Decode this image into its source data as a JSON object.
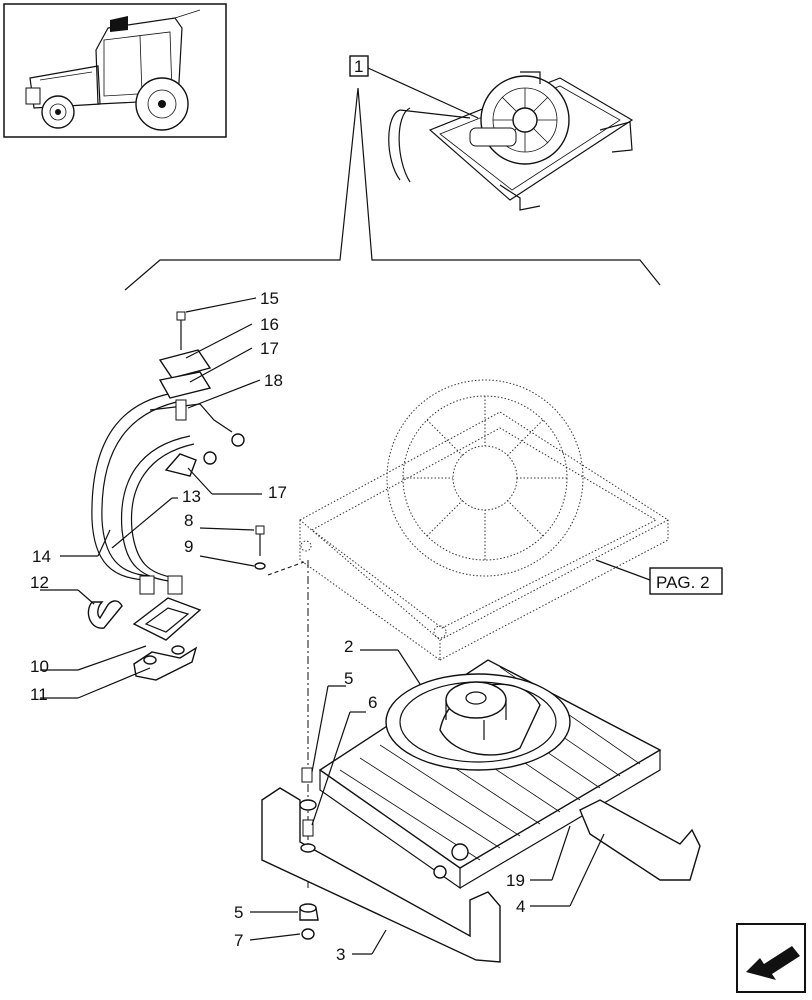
{
  "assembly_label": "1",
  "reference_label": "PAG. 2",
  "callouts": [
    {
      "id": "c15",
      "text": "15"
    },
    {
      "id": "c16",
      "text": "16"
    },
    {
      "id": "c17a",
      "text": "17"
    },
    {
      "id": "c18",
      "text": "18"
    },
    {
      "id": "c17b",
      "text": "17"
    },
    {
      "id": "c13",
      "text": "13"
    },
    {
      "id": "c8",
      "text": "8"
    },
    {
      "id": "c9",
      "text": "9"
    },
    {
      "id": "c14",
      "text": "14"
    },
    {
      "id": "c12",
      "text": "12"
    },
    {
      "id": "c10",
      "text": "10"
    },
    {
      "id": "c11",
      "text": "11"
    },
    {
      "id": "c2",
      "text": "2"
    },
    {
      "id": "c5a",
      "text": "5"
    },
    {
      "id": "c6",
      "text": "6"
    },
    {
      "id": "c19",
      "text": "19"
    },
    {
      "id": "c4",
      "text": "4"
    },
    {
      "id": "c5b",
      "text": "5"
    },
    {
      "id": "c7",
      "text": "7"
    },
    {
      "id": "c3",
      "text": "3"
    }
  ]
}
